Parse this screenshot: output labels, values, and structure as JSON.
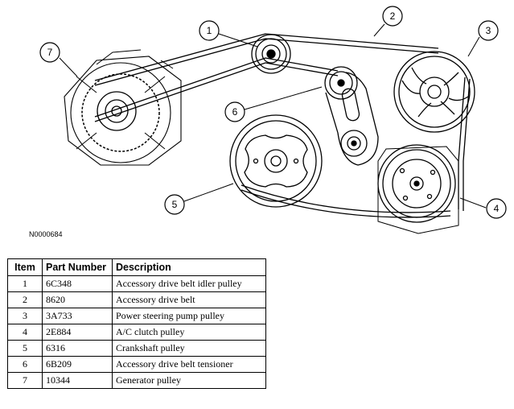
{
  "figure": {
    "id": "N0000684",
    "callouts": [
      "1",
      "2",
      "3",
      "4",
      "5",
      "6",
      "7"
    ]
  },
  "table": {
    "headers": {
      "item": "Item",
      "part": "Part Number",
      "desc": "Description"
    },
    "rows": [
      {
        "item": "1",
        "part": "6C348",
        "desc": "Accessory drive belt idler pulley"
      },
      {
        "item": "2",
        "part": "8620",
        "desc": "Accessory drive belt"
      },
      {
        "item": "3",
        "part": "3A733",
        "desc": "Power steering pump pulley"
      },
      {
        "item": "4",
        "part": "2E884",
        "desc": "A/C clutch pulley"
      },
      {
        "item": "5",
        "part": "6316",
        "desc": "Crankshaft pulley"
      },
      {
        "item": "6",
        "part": "6B209",
        "desc": "Accessory drive belt tensioner"
      },
      {
        "item": "7",
        "part": "10344",
        "desc": "Generator pulley"
      }
    ]
  }
}
